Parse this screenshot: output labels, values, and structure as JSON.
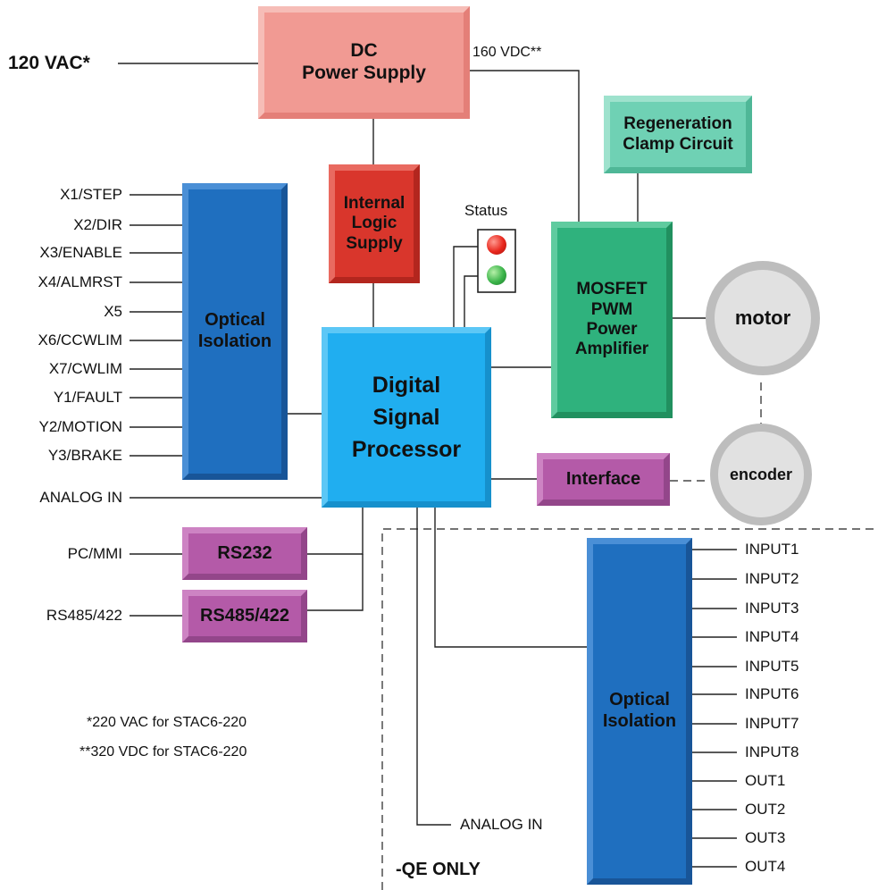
{
  "blocks": {
    "dc_power": "DC\nPower Supply",
    "internal_logic": "Internal\nLogic\nSupply",
    "regeneration": "Regeneration\nClamp Circuit",
    "mosfet": "MOSFET\nPWM\nPower\nAmplifier",
    "optical_left": "Optical\nIsolation",
    "dsp": "Digital\nSignal\nProcessor",
    "interface": "Interface",
    "rs232": "RS232",
    "rs485": "RS485/422",
    "optical_right": "Optical\nIsolation"
  },
  "circles": {
    "motor": "motor",
    "encoder": "encoder"
  },
  "labels": {
    "vac": "120 VAC*",
    "vdc": "160 VDC**",
    "status": "Status",
    "analog_in_left": "ANALOG IN",
    "pc_mmi": "PC/MMI",
    "rs485_label": "RS485/422",
    "analog_in_bottom": "ANALOG IN",
    "qe_only": "-QE ONLY",
    "note1": "*220 VAC for STAC6-220",
    "note2": "**320 VDC for STAC6-220"
  },
  "left_io": [
    "X1/STEP",
    "X2/DIR",
    "X3/ENABLE",
    "X4/ALMRST",
    "X5",
    "X6/CCWLIM",
    "X7/CWLIM",
    "Y1/FAULT",
    "Y2/MOTION",
    "Y3/BRAKE"
  ],
  "right_io": [
    "INPUT1",
    "INPUT2",
    "INPUT3",
    "INPUT4",
    "INPUT5",
    "INPUT6",
    "INPUT7",
    "INPUT8",
    "OUT1",
    "OUT2",
    "OUT3",
    "OUT4"
  ],
  "colors": {
    "power_supply": "#f19a93",
    "logic_supply": "#d9362c",
    "regeneration": "#6fd1b4",
    "mosfet": "#2fb27d",
    "optical": "#1f6fbf",
    "dsp": "#20aef0",
    "interface": "#b45aa8",
    "led_red": "#e8261c",
    "led_green": "#3bb44a"
  }
}
